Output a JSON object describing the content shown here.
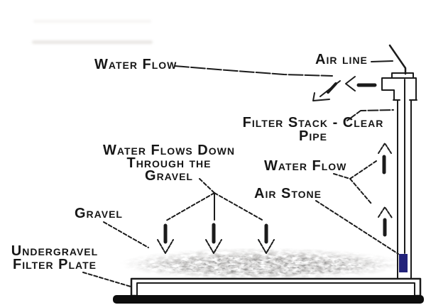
{
  "diagram": {
    "labels": {
      "water_flow_top": "Water Flow",
      "air_line": "Air line",
      "filter_stack": {
        "line1": "Filter Stack - Clear",
        "line2": "Pipe"
      },
      "water_flows_down": {
        "line1": "Water Flows Down",
        "line2": "Through the",
        "line3": "Gravel"
      },
      "water_flow_right": "Water Flow",
      "air_stone": "Air Stone",
      "gravel": "Gravel",
      "undergravel": {
        "line1": "Undergravel",
        "line2": "Filter Plate"
      }
    },
    "colors": {
      "ink": "#1b1b1b",
      "air_stone_blue": "#22227a",
      "tank_base_black": "#0d0d0d",
      "gravel_gray": "#6e6e6e",
      "background": "#ffffff"
    }
  }
}
